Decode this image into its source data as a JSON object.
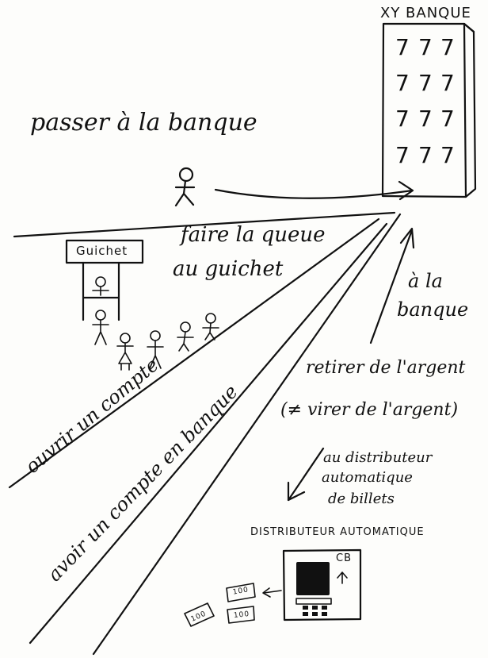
{
  "bank": {
    "name": "XY BANQUE",
    "window_glyph": "7"
  },
  "labels": {
    "passer": "passer à la banque",
    "faire_queue_1": "faire la queue",
    "faire_queue_2": "au guichet",
    "guichet_sign": "Guichet",
    "a_la_1": "à la",
    "a_la_2": "banque",
    "retirer": "retirer de l'argent",
    "virer": "(≠ virer de l'argent)",
    "distributeur_1": "au distributeur",
    "distributeur_2": "automatique",
    "distributeur_3": "de billets",
    "ouvrir": "ouvrir un compte",
    "avoir": "avoir un compte en banque",
    "atm_title": "DISTRIBUTEUR AUTOMATIQUE",
    "atm_cb": "CB",
    "banknote": "100"
  }
}
